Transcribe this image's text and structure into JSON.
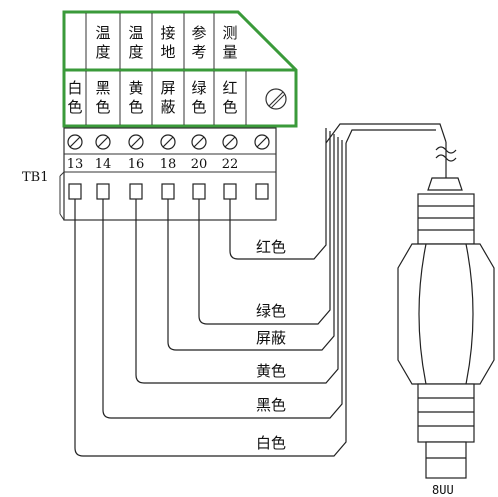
{
  "colors": {
    "panel_border": "#3a9a3a",
    "line": "#222222"
  },
  "header_top": [
    "",
    "温\n度",
    "温\n度",
    "接\n地",
    "参\n考",
    "测\n量"
  ],
  "header_bottom": [
    "白\n色",
    "黑\n色",
    "黄\n色",
    "屏\n蔽",
    "绿\n色",
    "红\n色"
  ],
  "terminal_block": {
    "label": "TB1",
    "numbers": [
      "13",
      "14",
      "16",
      "18",
      "20",
      "22"
    ]
  },
  "wire_labels": [
    "红色",
    "绿色",
    "屏蔽",
    "黄色",
    "黑色",
    "白色"
  ],
  "probe_bottom": "8UU",
  "icons": [
    "screw-icon",
    "sensor-probe-icon",
    "cable-tilde-icon"
  ]
}
